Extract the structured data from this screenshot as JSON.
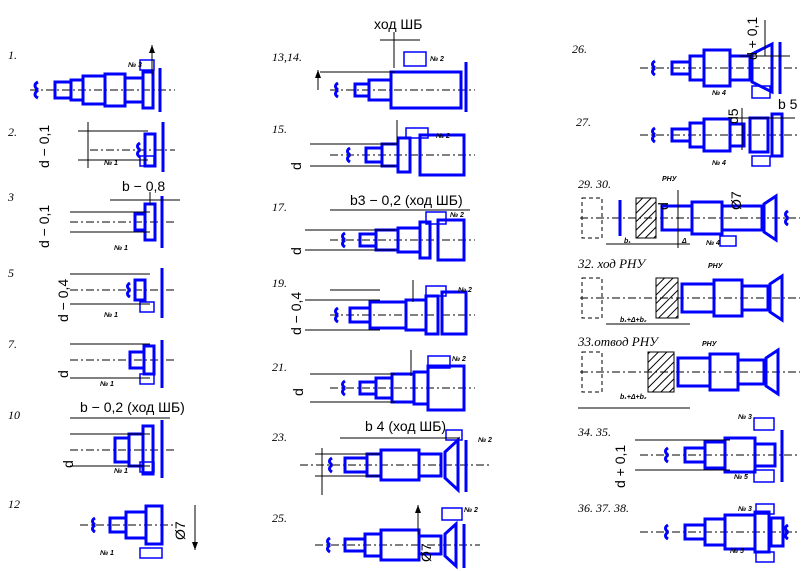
{
  "steps": {
    "s1": "1.",
    "s2": "2.",
    "s3": "3",
    "s5": "5",
    "s7": "7.",
    "s10": "10",
    "s12": "12",
    "s13": "13,14.",
    "s15": "15.",
    "s17": "17.",
    "s19": "19.",
    "s21": "21.",
    "s23": "23.",
    "s25": "25.",
    "s26": "26.",
    "s27": "27.",
    "s29": "29. 30.",
    "s32": "32. ход РНУ",
    "s33": "33.отвод РНУ",
    "s34": "34. 35.",
    "s36": "36. 37. 38."
  },
  "dims": {
    "d1_01_a": "d  − 0,1",
    "d1_01_b": "d  − 0,1",
    "b1_08": "b  − 0,8",
    "d2_04": "d  − 0,4",
    "d2_a": "d",
    "b2_02": "b  − 0,2 (ход ШБ)",
    "d2_b": "d",
    "o7_a": "Ø7",
    "hod_shb": "ход ШБ",
    "d3_a": "d",
    "b3_02": "b3 − 0,2 (ход ШБ)",
    "d3_b": "d",
    "d3_04": "d  − 0,4",
    "d4_a": "d",
    "b4": "b 4   (ход ШБ)",
    "o7_b": "Ø7",
    "d4_01_a": "d  + 0,1",
    "d5": "d5",
    "b5": "b 5",
    "o7_c": "Ø7",
    "d1_c": "d",
    "d4_01_b": "d  + 0,1"
  },
  "tools": {
    "n3": "№ 3",
    "n2": "№ 2",
    "n1": "№ 1",
    "n4": "№ 4",
    "n5": "№ 5",
    "rnu": "РНУ",
    "b1": "b₁",
    "delta": "Δ",
    "b1tb": "b₁+Δ+b₂"
  },
  "colors": {
    "part": "#0000ff",
    "lines": "#000000"
  }
}
